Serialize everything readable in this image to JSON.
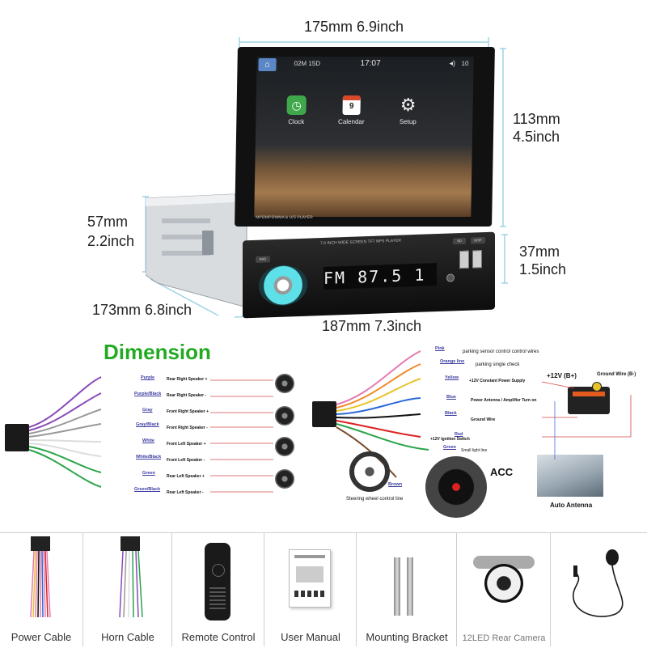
{
  "dimensions": {
    "width_top": "175mm 6.9inch",
    "screen_height_mm": "113mm",
    "screen_height_in": "4.5inch",
    "body_height_mm": "57mm",
    "body_height_in": "2.2inch",
    "face_height_mm": "37mm",
    "face_height_in": "1.5inch",
    "depth": "173mm 6.8inch",
    "face_width": "187mm 7.3inch"
  },
  "screen": {
    "status_left": "02M 15D",
    "status_time": "17:07",
    "status_volume": "10",
    "apps": [
      "Clock",
      "Calendar",
      "Setup"
    ],
    "calendar_day": "9",
    "bottom_text": "MP5/MP3/WMA & U/S PLAYER"
  },
  "faceplate": {
    "title": "7.0 INCH WIDE SCREEN TFT MP5 PLAYER",
    "display": "FM 87.5  1",
    "btn_left": "RAD",
    "btn_right1": "SD",
    "btn_right2": "DISP"
  },
  "diagram_title": "Dimension",
  "speaker_wires": [
    {
      "color": "Purple",
      "label": "Rear Right Speaker +"
    },
    {
      "color": "Purple/Black",
      "label": "Rear Right Speaker -"
    },
    {
      "color": "Gray",
      "label": "Front Right Speaker +"
    },
    {
      "color": "Gray/Black",
      "label": "Front Right Speaker -"
    },
    {
      "color": "White",
      "label": "Front Left Speaker +"
    },
    {
      "color": "White/Black",
      "label": "Front Left Speaker -"
    },
    {
      "color": "Green",
      "label": "Rear Left Speaker +"
    },
    {
      "color": "Green/Black",
      "label": "Rear Left Speaker -"
    }
  ],
  "power_wires": [
    {
      "color": "Pink",
      "label": "parking sensor control control wires"
    },
    {
      "color": "Orange line",
      "label": "parking single check"
    },
    {
      "color": "Yellow",
      "label": "+12V Constant Power Supply"
    },
    {
      "color": "Blue",
      "label": "Power Antenna / Amplifier Turn on"
    },
    {
      "color": "Black",
      "label": "Ground Wire"
    },
    {
      "color": "Red",
      "label": "+12V Ignition Switch"
    },
    {
      "color": "Green",
      "label": "Small light line"
    },
    {
      "color": "Brown",
      "label": "Steering wheel control line"
    }
  ],
  "battery": {
    "plus_label": "+12V  (B+)",
    "ground_label": "Ground Wire (B-)"
  },
  "acc_label": "ACC",
  "antenna_label": "Auto Antenna",
  "accessories": [
    {
      "label": "Power Cable",
      "icon": "power-cable-icon"
    },
    {
      "label": "Horn Cable",
      "icon": "horn-cable-icon"
    },
    {
      "label": "Remote Control",
      "icon": "remote-control-icon"
    },
    {
      "label": "User Manual",
      "icon": "user-manual-icon"
    },
    {
      "label": "Mounting Bracket",
      "icon": "mounting-bracket-icon"
    },
    {
      "label": "12LED Rear Camera",
      "icon": "rear-camera-icon"
    },
    {
      "label": "",
      "icon": "microphone-icon"
    }
  ]
}
